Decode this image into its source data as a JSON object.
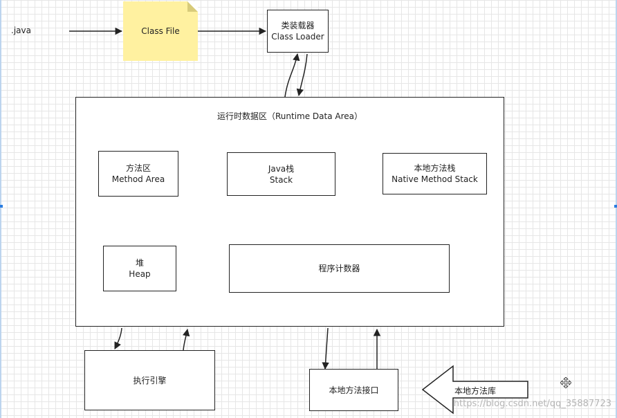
{
  "source_label": ".java",
  "class_file": "Class File",
  "class_loader": {
    "cn": "类装载器",
    "en": "Class Loader"
  },
  "runtime_area": {
    "title": "运行时数据区（Runtime Data Area）"
  },
  "method_area": {
    "cn": "方法区",
    "en": "Method Area"
  },
  "java_stack": {
    "cn": "Java栈",
    "en": "Stack"
  },
  "native_stack": {
    "cn": "本地方法栈",
    "en": "Native Method Stack"
  },
  "heap": {
    "cn": "堆",
    "en": "Heap"
  },
  "pc_register": "程序计数器",
  "exec_engine": "执行引擎",
  "native_interface": "本地方法接口",
  "native_library": "本地方法库",
  "watermark": "https://blog.csdn.net/qq_35887723",
  "colors": {
    "note": "#fff1a0",
    "line": "#222222",
    "selection": "#2a7de1"
  },
  "icons": {
    "move": "move-icon"
  }
}
